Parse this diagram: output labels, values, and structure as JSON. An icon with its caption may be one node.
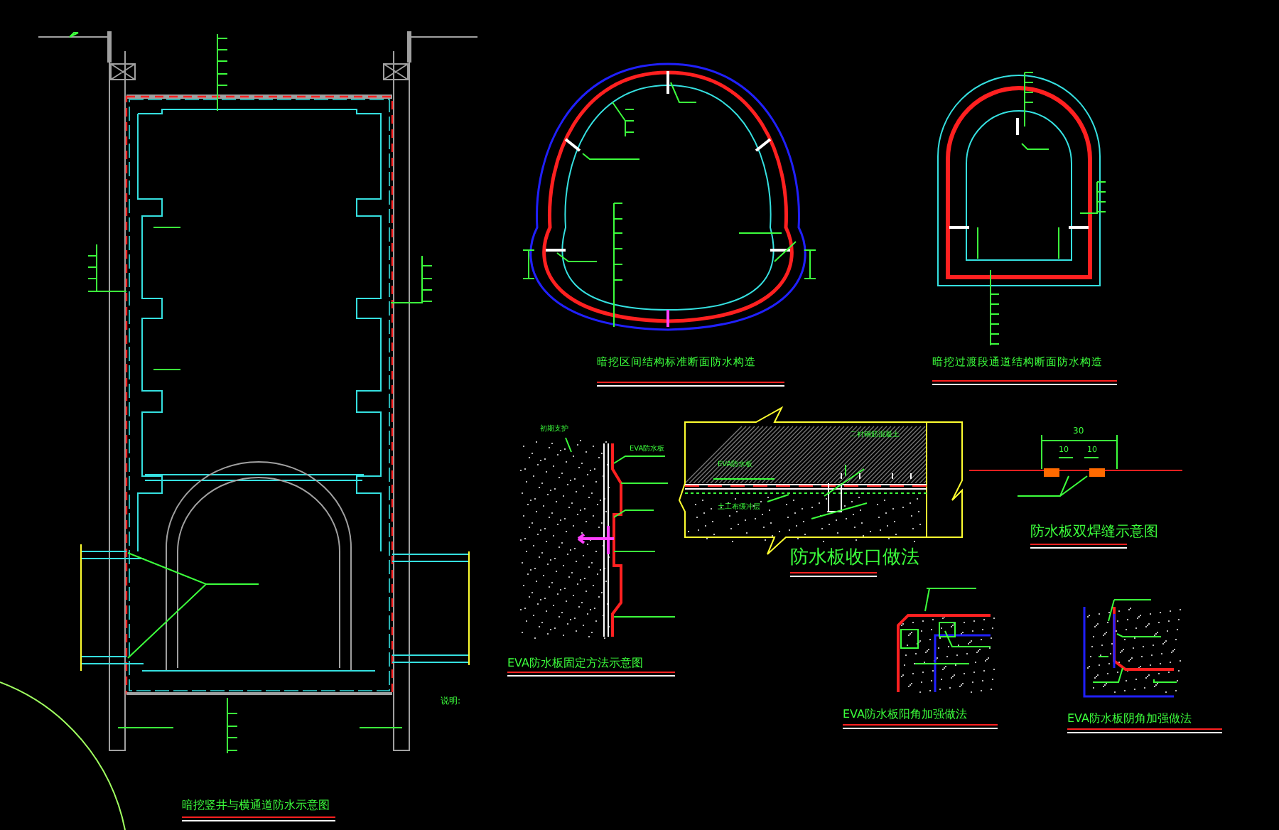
{
  "diagram": {
    "labels": [
      "初期支护",
      "二衬钢筋混凝土",
      "EVA防水板",
      "EVA防水板",
      "土工布缓冲层",
      "暗挖区间结构标准断面防水构造",
      "暗挖过渡段通道结构断面防水构造",
      "EVA防水板固定方法示意图",
      "防水板收口做法",
      "30",
      "10",
      "10",
      "防水板双焊缝示意图",
      "EVA防水板阳角加强做法",
      "EVA防水板阴角加强做法",
      "说明:",
      "暗挖竖井与横通道防水示意图"
    ]
  }
}
